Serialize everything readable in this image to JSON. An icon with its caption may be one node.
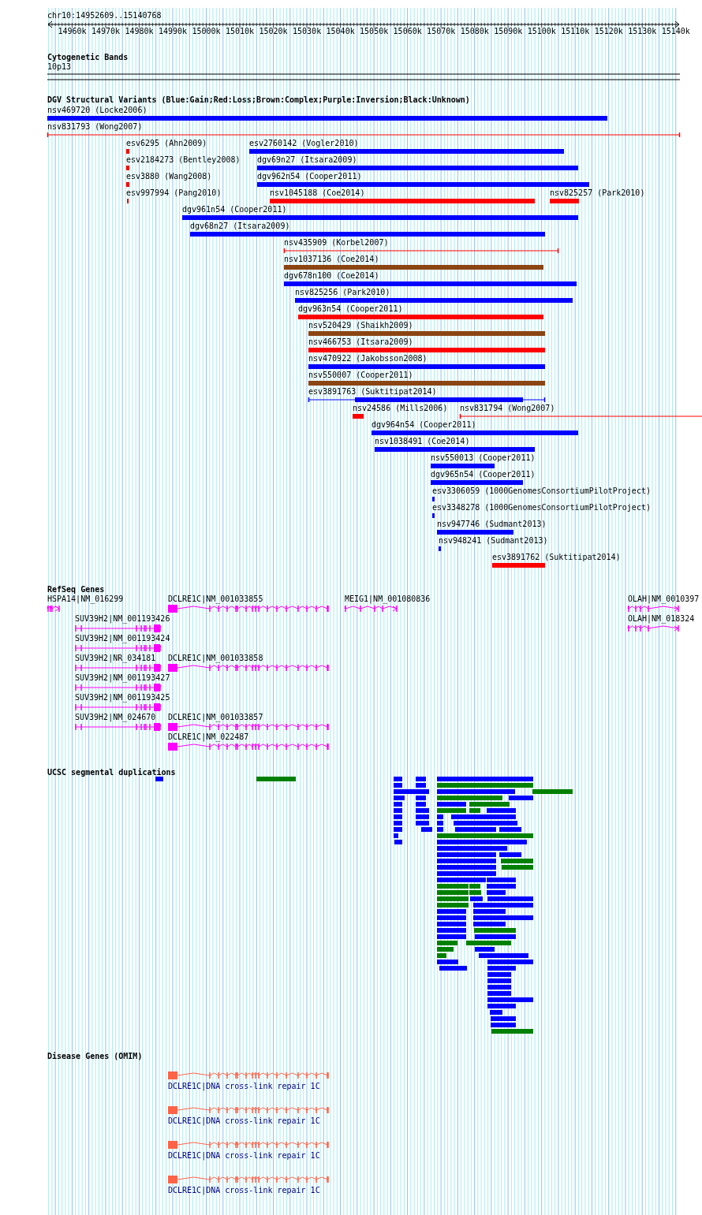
{
  "diagram": {
    "labels": [
      "chr10:14952609..15140768",
      "14960k",
      "14970k",
      "14980k",
      "14990k",
      "15000k",
      "15010k",
      "15020k",
      "15030k",
      "15040k",
      "15050k",
      "15060k",
      "15070k",
      "15080k",
      "15090k",
      "15100k",
      "15110k",
      "15120k",
      "15130k",
      "15140k",
      "Cytogenetic Bands",
      "10p13",
      "DGV Structural Variants (Blue:Gain;Red:Loss;Brown:Complex;Purple:Inversion;Black:Unknown)",
      "nsv469720 (Locke2006)",
      "nsv831793 (Wong2007)",
      "esv6295 (Ahn2009)",
      "esv2760142 (Vogler2010)",
      "esv2184273 (Bentley2008)",
      "dgv69n27 (Itsara2009)",
      "esv3880 (Wang2008)",
      "dgv962n54 (Cooper2011)",
      "esv997994 (Pang2010)",
      "nsv1045188 (Coe2014)",
      "nsv825257 (Park2010)",
      "dgv961n54 (Cooper2011)",
      "dgv68n27 (Itsara2009)",
      "nsv435909 (Korbel2007)",
      "nsv1037136 (Coe2014)",
      "dgv678n100 (Coe2014)",
      "nsv825256 (Park2010)",
      "dgv963n54 (Cooper2011)",
      "nsv520429 (Shaikh2009)",
      "nsv466753 (Itsara2009)",
      "nsv470922 (Jakobsson2008)",
      "nsv550007 (Cooper2011)",
      "esv3891763 (Suktitipat2014)",
      "nsv24586 (Mills2006)",
      "nsv831794 (Wong2007)",
      "dgv964n54 (Cooper2011)",
      "nsv1038491 (Coe2014)",
      "nsv550013 (Cooper2011)",
      "dgv965n54 (Cooper2011)",
      "esv3306059 (1000GenomesConsortiumPilotProject)",
      "esv3348278 (1000GenomesConsortiumPilotProject)",
      "nsv947746 (Sudmant2013)",
      "nsv948241 (Sudmant2013)",
      "esv3891762 (Suktitipat2014)",
      "RefSeq Genes",
      "HSPA14|NM_016299",
      "DCLRE1C|NM_001033855",
      "MEIG1|NM_001080836",
      "OLAH|NM_0010397",
      "SUV39H2|NM_001193426",
      "OLAH|NM_018324",
      "SUV39H2|NM_001193424",
      "SUV39H2|NR_034181",
      "DCLRE1C|NM_001033858",
      "SUV39H2|NM_001193427",
      "SUV39H2|NM_001193425",
      "SUV39H2|NM_024670",
      "DCLRE1C|NM_001033857",
      "DCLRE1C|NM_022487",
      "UCSC segmental duplications",
      "Disease Genes (OMIM)",
      "DCLRE1C|DNA cross-link repair 1C",
      "DCLRE1C|DNA cross-link repair 1C",
      "DCLRE1C|DNA cross-link repair 1C",
      "DCLRE1C|DNA cross-link repair 1C"
    ]
  }
}
